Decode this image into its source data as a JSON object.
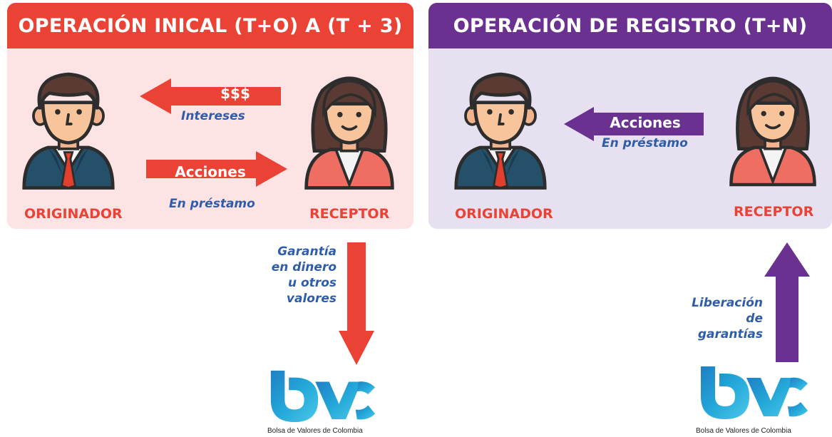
{
  "left_panel": {
    "title": "OPERACIÓN INICAL (T+O) A (T + 3)",
    "originator_label": "ORIGINADOR",
    "receptor_label": "RECEPTOR",
    "money_arrow_label": "$$$",
    "money_arrow_caption": "Intereses",
    "shares_arrow_label": "Acciones",
    "shares_arrow_caption": "En préstamo",
    "down_arrow_caption_lines": [
      "Garantía",
      "en dinero",
      "u otros",
      "valores"
    ]
  },
  "right_panel": {
    "title": "OPERACIÓN DE REGISTRO  (T+N)",
    "originator_label": "ORIGINADOR",
    "receptor_label": "RECEPTOR",
    "shares_arrow_label": "Acciones",
    "shares_arrow_caption": "En préstamo",
    "up_arrow_caption_lines": [
      "Liberación",
      "de",
      "garantías"
    ]
  },
  "logo": {
    "caption": "Bolsa de Valores de Colombia"
  },
  "colors": {
    "red": "#ea4336",
    "purple": "#6a3191",
    "blue_text": "#2f5da9",
    "red_panel_bg": "#fde3e4",
    "purple_panel_bg": "#e6e0f0"
  },
  "icons": [
    "man-avatar-icon",
    "woman-avatar-icon",
    "bvc-logo-icon"
  ]
}
